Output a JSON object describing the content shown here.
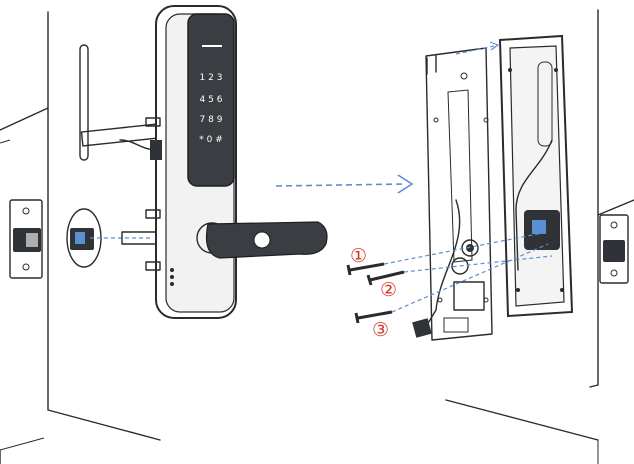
{
  "keypad": {
    "row1": "1 2 3",
    "row2": "4 5 6",
    "row3": "7 8 9",
    "row4": "* 0 #"
  },
  "steps": {
    "screw1": "①",
    "screw2": "②",
    "screw3": "③"
  },
  "colors": {
    "arrow": "#5b8fd1",
    "step_numbers": "#d23a2a",
    "outline": "#2b2b2b",
    "panel": "#3a3d42"
  }
}
